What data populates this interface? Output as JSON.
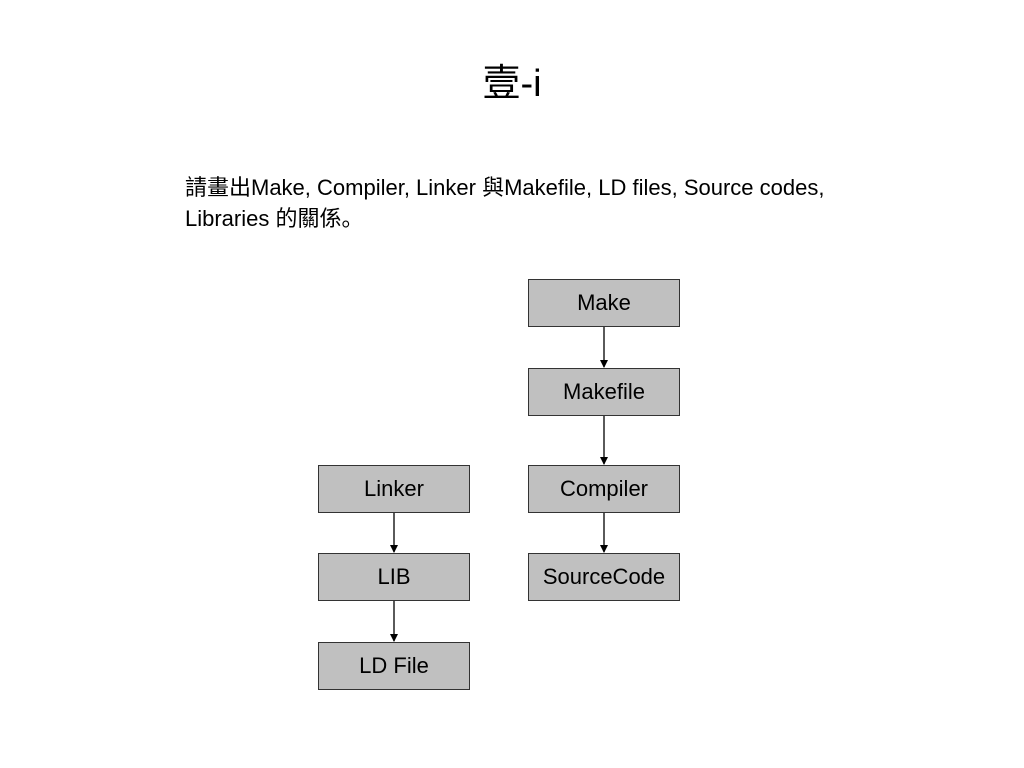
{
  "slide": {
    "title": "壹-i"
  },
  "question": {
    "line1": "請畫出Make, Compiler, Linker 與Makefile, LD files, Source codes,",
    "line2": "Libraries 的關係。"
  },
  "diagram": {
    "nodes": {
      "make": "Make",
      "makefile": "Makefile",
      "compiler": "Compiler",
      "sourcecode": "SourceCode",
      "linker": "Linker",
      "lib": "LIB",
      "ldfile": "LD File"
    },
    "edges": [
      [
        "make",
        "makefile"
      ],
      [
        "makefile",
        "compiler"
      ],
      [
        "compiler",
        "sourcecode"
      ],
      [
        "linker",
        "lib"
      ],
      [
        "lib",
        "ldfile"
      ]
    ],
    "box_fill": "#c0c0c0",
    "box_border": "#333333"
  }
}
